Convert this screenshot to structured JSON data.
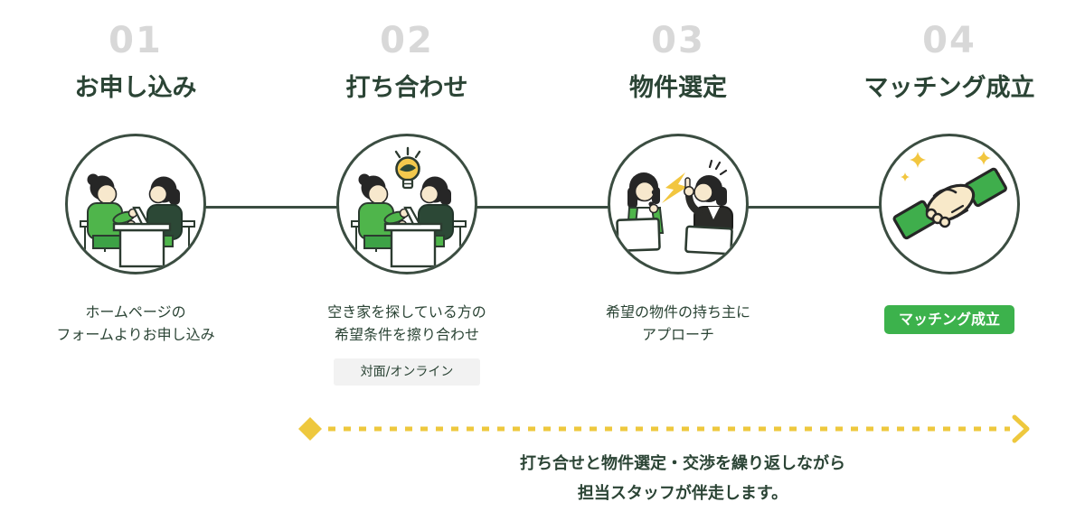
{
  "diagram_title": "matching-process-flow",
  "steps": [
    {
      "number": "01",
      "title": "お申し込み",
      "desc1": "ホームページの",
      "desc2": "フォームよりお申し込み",
      "illustration": "two-people-meeting"
    },
    {
      "number": "02",
      "title": "打ち合わせ",
      "desc1": "空き家を探している方の",
      "desc2": "希望条件を擦り合わせ",
      "badge": "対面/オンライン",
      "illustration": "two-people-meeting-with-idea-lightbulb"
    },
    {
      "number": "03",
      "title": "物件選定",
      "desc1": "希望の物件の持ち主に",
      "desc2": "アプローチ",
      "illustration": "staff-contacting-owner-with-lightning"
    },
    {
      "number": "04",
      "title": "マッチング成立",
      "badge": "マッチング成立",
      "illustration": "handshake-with-sparkles"
    }
  ],
  "footer": {
    "line1": "打ち合せと物件選定・交渉を繰り返しながら",
    "line2": "担当スタッフが伴走します。"
  },
  "palette": {
    "text_green": "#2b4435",
    "number_gray": "#d8d8d8",
    "accent_green": "#3cb24c",
    "accent_yellow": "#eec83e",
    "badge_gray_bg": "#f2f2f2",
    "line_dark": "#3b4d41",
    "illustration_green": "#4fb54b",
    "illustration_dark_green": "#2c4836",
    "skin": "#f7e8cd"
  }
}
